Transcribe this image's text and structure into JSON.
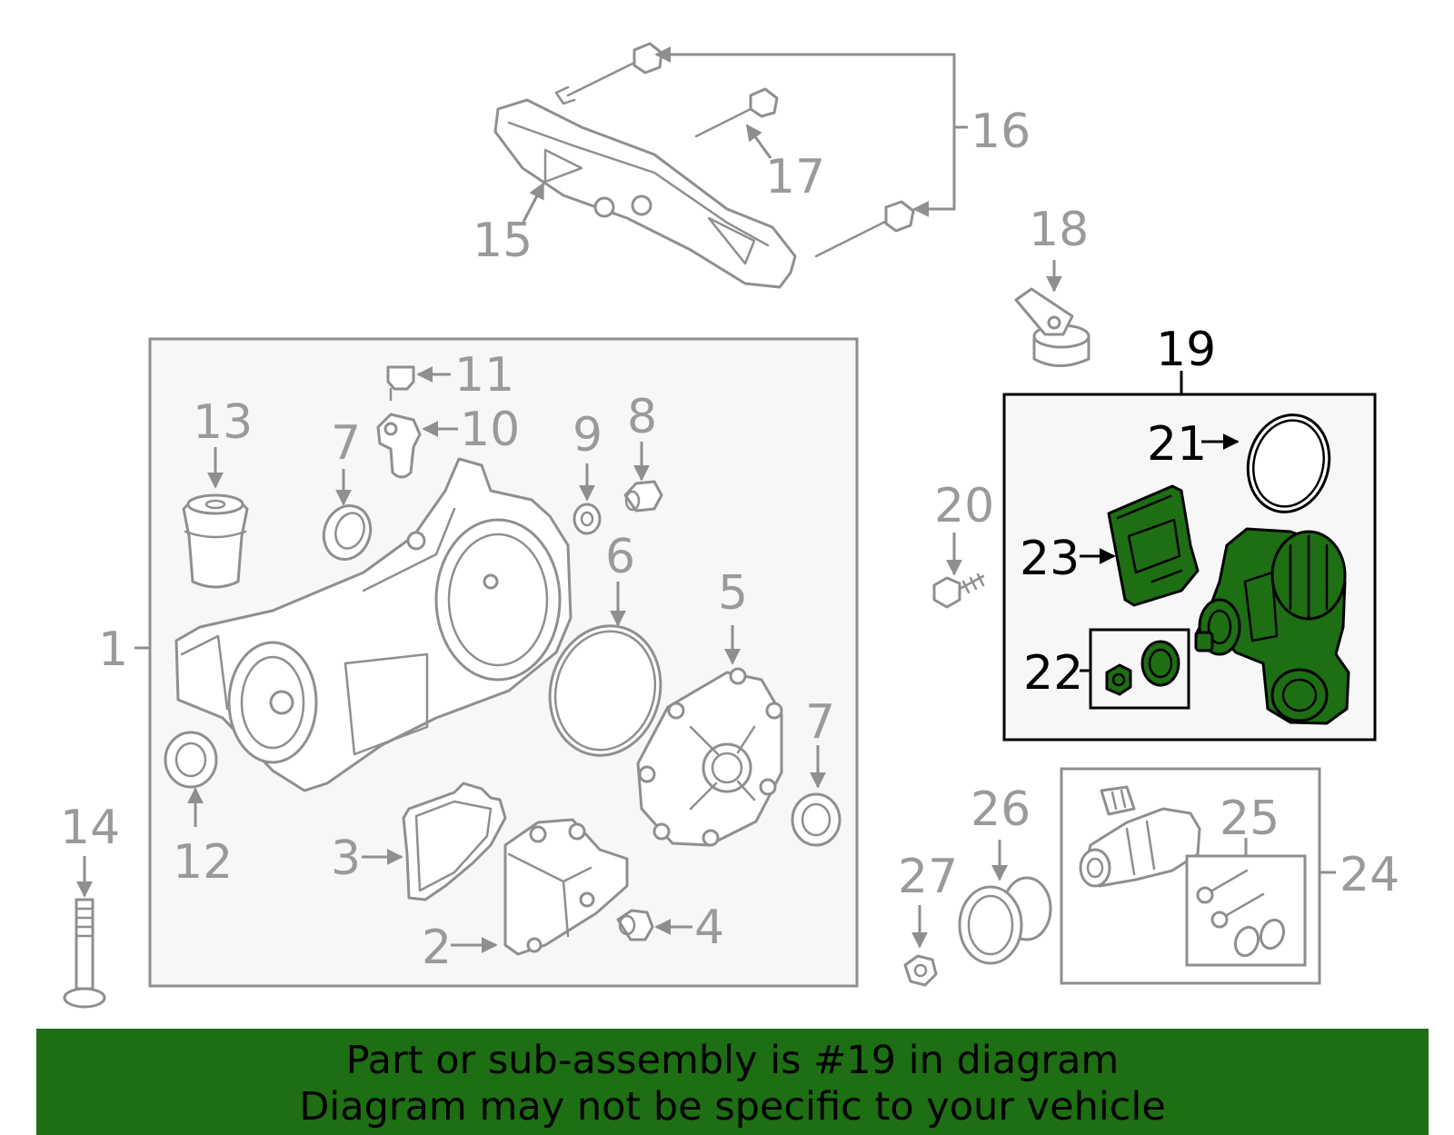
{
  "callouts": {
    "c1": "1",
    "c2": "2",
    "c3": "3",
    "c4": "4",
    "c5": "5",
    "c6": "6",
    "c7a": "7",
    "c7b": "7",
    "c8": "8",
    "c9": "9",
    "c10": "10",
    "c11": "11",
    "c12": "12",
    "c13": "13",
    "c14": "14",
    "c15": "15",
    "c16": "16",
    "c17": "17",
    "c18": "18",
    "c19": "19",
    "c20": "20",
    "c21": "21",
    "c22": "22",
    "c23": "23",
    "c24": "24",
    "c25": "25",
    "c26": "26",
    "c27": "27"
  },
  "highlight": {
    "part": "19",
    "color": "#1e6e14"
  },
  "footer": {
    "line1": "Part or sub-assembly is #19 in diagram",
    "line2": "Diagram may not be specific to your vehicle",
    "background": "#1e6e14"
  }
}
